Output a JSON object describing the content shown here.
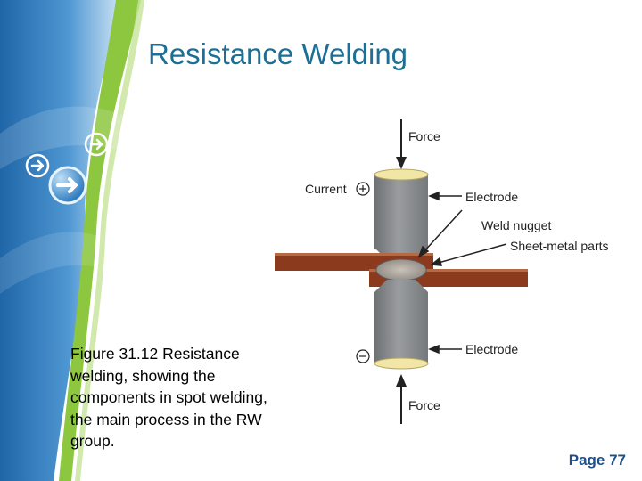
{
  "slide": {
    "title": "Resistance Welding",
    "caption": "Figure 31.12 Resistance welding, showing the components in spot welding, the main process in the RW group.",
    "page_label": "Page 77"
  },
  "diagram": {
    "labels": {
      "force_top": "Force",
      "current": "Current",
      "electrode_top": "Electrode",
      "weld_nugget": "Weld nugget",
      "sheet_metal": "Sheet-metal parts",
      "electrode_bottom": "Electrode",
      "force_bottom": "Force"
    },
    "symbols": {
      "plus": "plus-circle-icon",
      "minus": "minus-circle-icon"
    }
  },
  "colors": {
    "title": "#1d6f96",
    "sheet_metal": "#8b3a1e",
    "electrode": "#8f9294",
    "page_label": "#1e4f8a",
    "sidebar_blue": "#2f7cc0",
    "sidebar_green": "#8dc63f"
  },
  "icons": [
    "arrow-circle-icon",
    "arrow-circle-icon",
    "arrow-circle-icon"
  ]
}
